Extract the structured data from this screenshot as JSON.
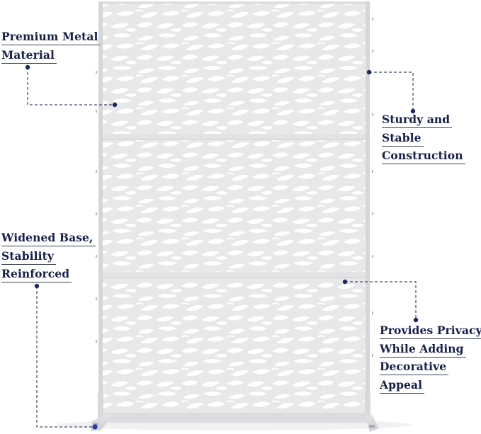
{
  "product": {
    "name": "Decorative metal privacy screen panel",
    "pattern": "leaf",
    "panel_color": "#e9e9ea",
    "frame_color": "#dcdcde",
    "sections": 3
  },
  "colors": {
    "label_text": "#16204a",
    "leader_line": "#3b4a6b",
    "dot": "#1c2a5e",
    "underline": "#3a4256",
    "background": "#ffffff"
  },
  "callouts": [
    {
      "id": "premium-metal",
      "lines": [
        "Premium Metal",
        "Material"
      ],
      "side": "left"
    },
    {
      "id": "sturdy-stable",
      "lines": [
        "Sturdy and",
        "Stable",
        "Construction"
      ],
      "side": "right"
    },
    {
      "id": "widened-base",
      "lines": [
        "Widened Base,",
        "Stability",
        "Reinforced"
      ],
      "side": "left"
    },
    {
      "id": "privacy-decor",
      "lines": [
        "Provides Privacy",
        "While Adding",
        "Decorative",
        "Appeal"
      ],
      "side": "right"
    }
  ]
}
